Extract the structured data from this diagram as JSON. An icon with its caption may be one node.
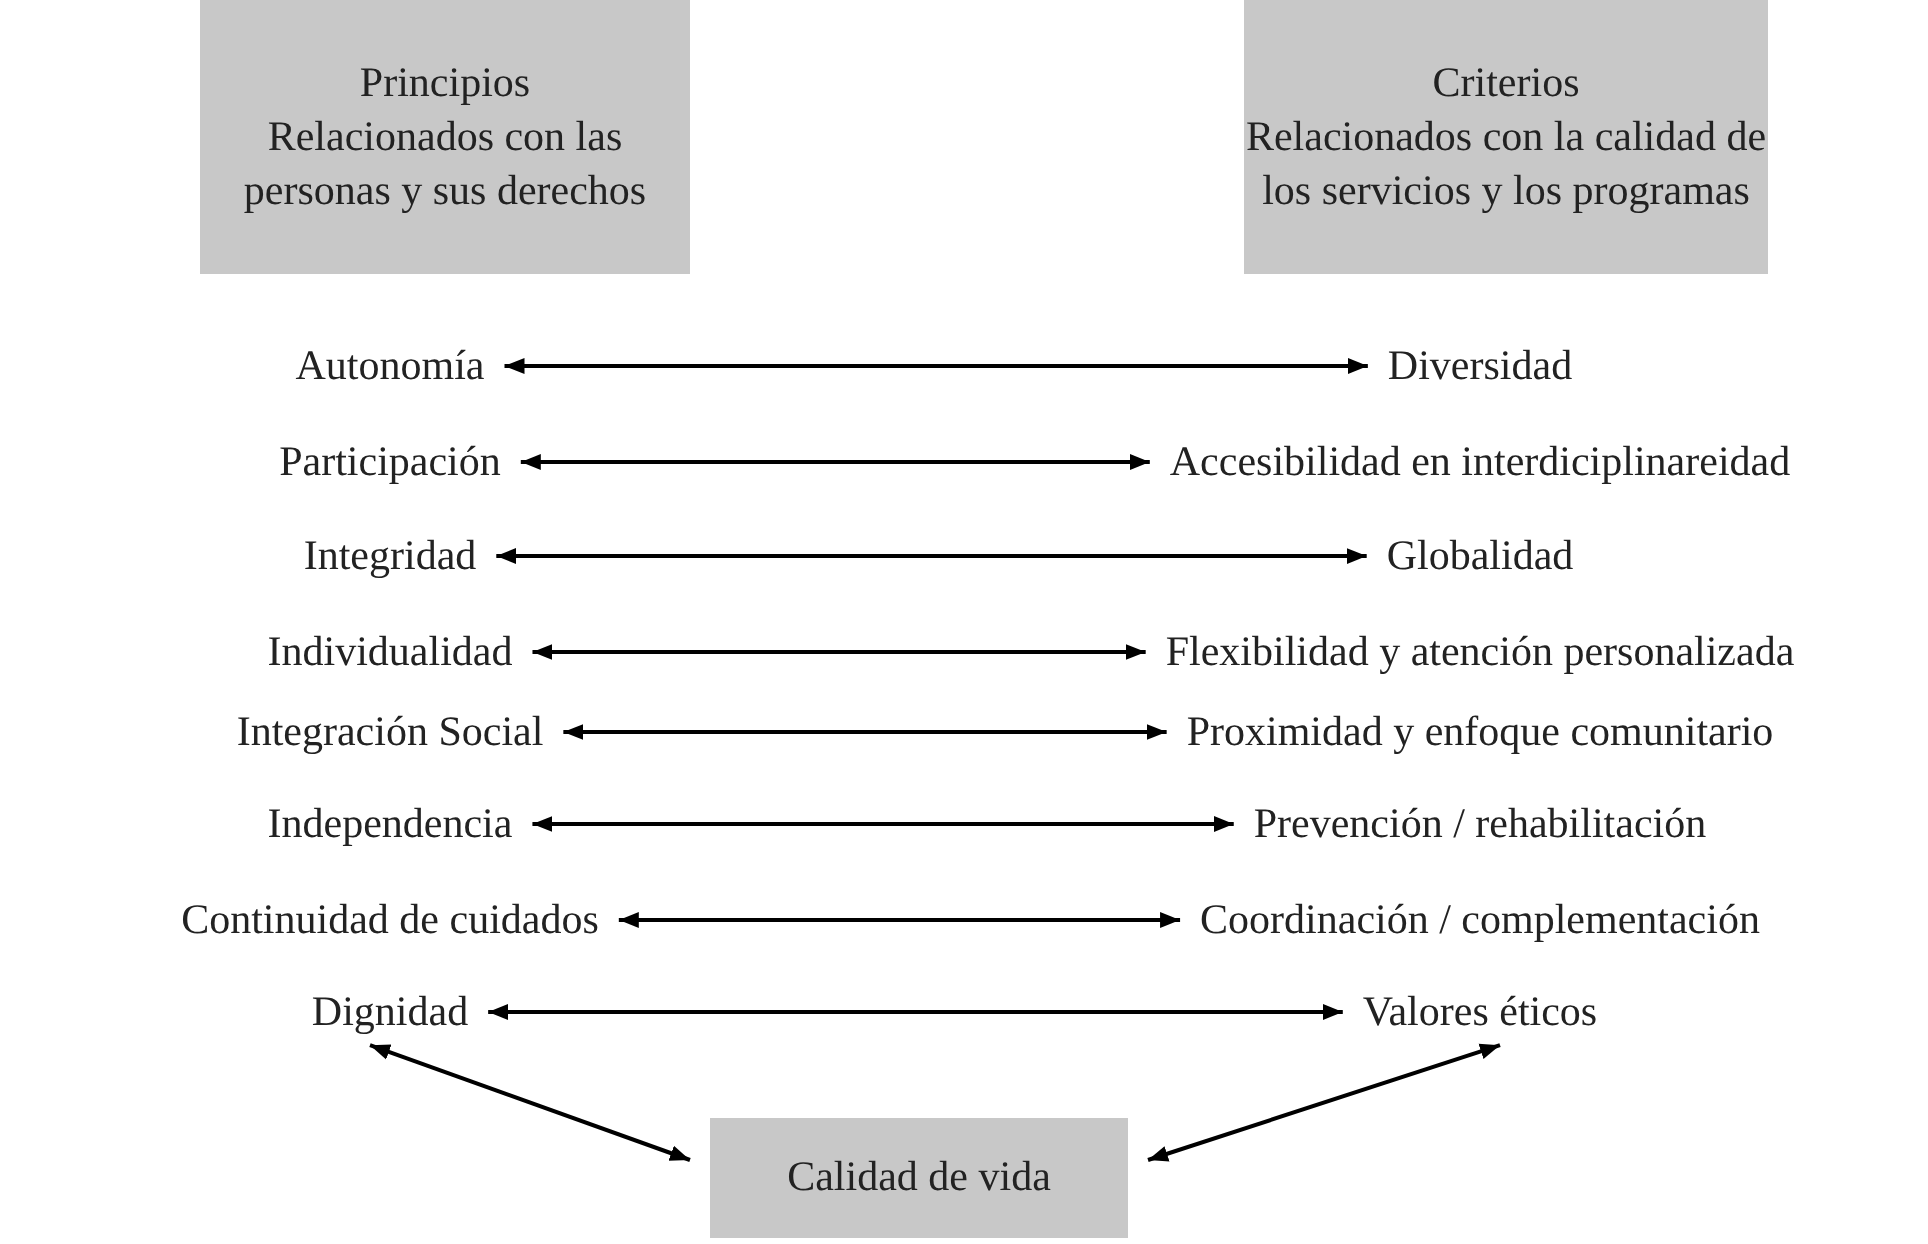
{
  "diagram": {
    "nodes": [
      {
        "text": [
          "Principios",
          "Relacionados con las personas y sus derechos"
        ]
      },
      {
        "text": [
          "Criterios",
          "Relacionados con la calidad de los servicios y los programas"
        ]
      },
      {
        "text": [
          "Autonomía"
        ]
      },
      {
        "text": [
          "Diversidad"
        ]
      },
      {
        "text": [
          "Participación"
        ]
      },
      {
        "text": [
          "Accesibilidad en interdiciplinareidad"
        ]
      },
      {
        "text": [
          "Integridad"
        ]
      },
      {
        "text": [
          "Globalidad"
        ]
      },
      {
        "text": [
          "Individualidad"
        ]
      },
      {
        "text": [
          "Flexibilidad y atención personalizada"
        ]
      },
      {
        "text": [
          "Integración Social"
        ]
      },
      {
        "text": [
          "Proximidad y enfoque comunitario"
        ]
      },
      {
        "text": [
          "Independencia"
        ]
      },
      {
        "text": [
          "Prevención / rehabilitación"
        ]
      },
      {
        "text": [
          "Continuidad de cuidados"
        ]
      },
      {
        "text": [
          "Coordinación / complementación"
        ]
      },
      {
        "text": [
          "Dignidad"
        ]
      },
      {
        "text": [
          "Valores éticos"
        ]
      },
      {
        "text": [
          "Calidad de vida"
        ]
      }
    ],
    "edges": [
      {
        "from": 2,
        "to": 3,
        "arrow": "both"
      },
      {
        "from": 4,
        "to": 5,
        "arrow": "both"
      },
      {
        "from": 6,
        "to": 7,
        "arrow": "both"
      },
      {
        "from": 8,
        "to": 9,
        "arrow": "both"
      },
      {
        "from": 10,
        "to": 11,
        "arrow": "both"
      },
      {
        "from": 12,
        "to": 13,
        "arrow": "both"
      },
      {
        "from": 14,
        "to": 15,
        "arrow": "both"
      },
      {
        "from": 16,
        "to": 17,
        "arrow": "both"
      },
      {
        "from": 16,
        "to": 18,
        "arrow": "both"
      },
      {
        "from": 17,
        "to": 18,
        "arrow": "both"
      }
    ]
  }
}
